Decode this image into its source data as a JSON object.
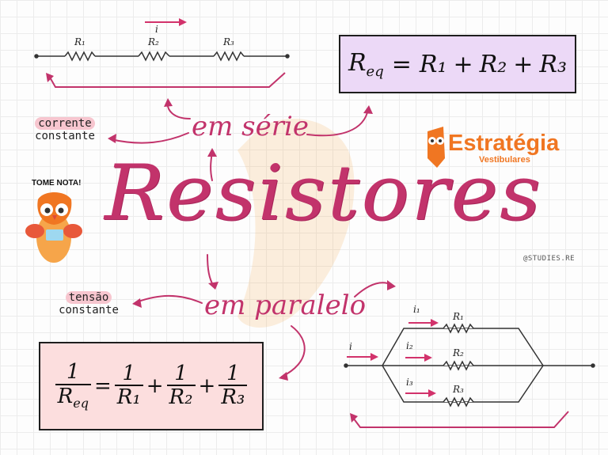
{
  "title": "Resistores",
  "branch_series": "em série",
  "branch_parallel": "em paralelo",
  "series_property": {
    "highlight": "corrente",
    "text": "constante"
  },
  "parallel_property": {
    "highlight": "tensão",
    "text": "constante"
  },
  "series_formula": {
    "lhs": "R",
    "lhs_sub": "eq",
    "eq": "=",
    "terms": [
      "R₁",
      "R₂",
      "R₃"
    ],
    "plus": "+"
  },
  "parallel_formula": {
    "one": "1",
    "lhs_den": "R",
    "lhs_sub": "eq",
    "eq": "=",
    "dens": [
      "R₁",
      "R₂",
      "R₃"
    ],
    "plus": "+"
  },
  "series_circuit": {
    "current": "i",
    "resistors": [
      "R₁",
      "R₂",
      "R₃"
    ]
  },
  "parallel_circuit": {
    "current": "i",
    "branch_currents": [
      "i₁",
      "i₂",
      "i₃"
    ],
    "resistors": [
      "R₁",
      "R₂",
      "R₃"
    ]
  },
  "brand": {
    "name": "Estratégia",
    "sub": "Vestibulares"
  },
  "tome_nota": "TOME NOTA!",
  "handle": "@STUDIES.RE",
  "colors": {
    "accent": "#c2336b",
    "brand": "#f07622",
    "series_box": "#ecd9f7",
    "parallel_box": "#fcdede"
  }
}
